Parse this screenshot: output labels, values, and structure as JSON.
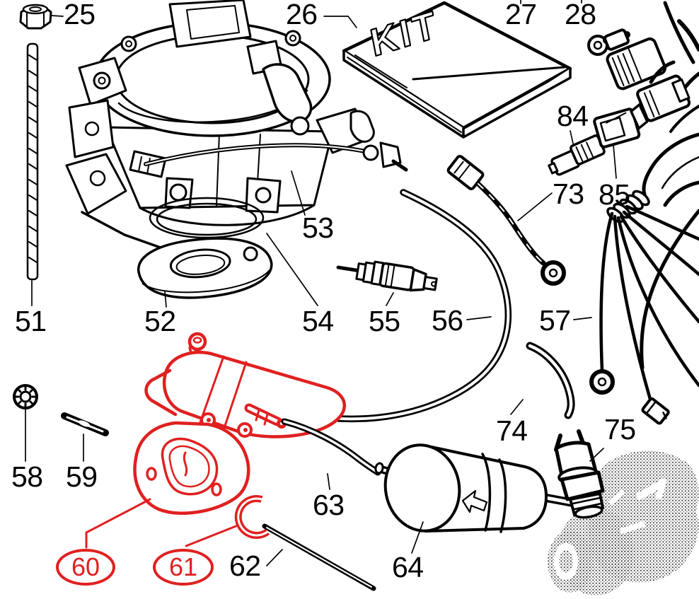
{
  "diagram": {
    "kit_text": "KIT",
    "background_color": "#ffffff",
    "line_color": "#000000",
    "highlight_color": "#e02020",
    "highlighted_refs": [
      "60",
      "61"
    ]
  },
  "parts": {
    "p25": {
      "ref": "25"
    },
    "p26": {
      "ref": "26"
    },
    "p27": {
      "ref": "27"
    },
    "p28": {
      "ref": "28"
    },
    "p51": {
      "ref": "51"
    },
    "p52": {
      "ref": "52"
    },
    "p53": {
      "ref": "53"
    },
    "p54": {
      "ref": "54"
    },
    "p55": {
      "ref": "55"
    },
    "p56": {
      "ref": "56"
    },
    "p57": {
      "ref": "57"
    },
    "p58": {
      "ref": "58"
    },
    "p59": {
      "ref": "59"
    },
    "p60": {
      "ref": "60"
    },
    "p61": {
      "ref": "61"
    },
    "p62": {
      "ref": "62"
    },
    "p63": {
      "ref": "63"
    },
    "p64": {
      "ref": "64"
    },
    "p73": {
      "ref": "73"
    },
    "p74": {
      "ref": "74"
    },
    "p75": {
      "ref": "75"
    },
    "p84": {
      "ref": "84"
    },
    "p85": {
      "ref": "85"
    }
  }
}
